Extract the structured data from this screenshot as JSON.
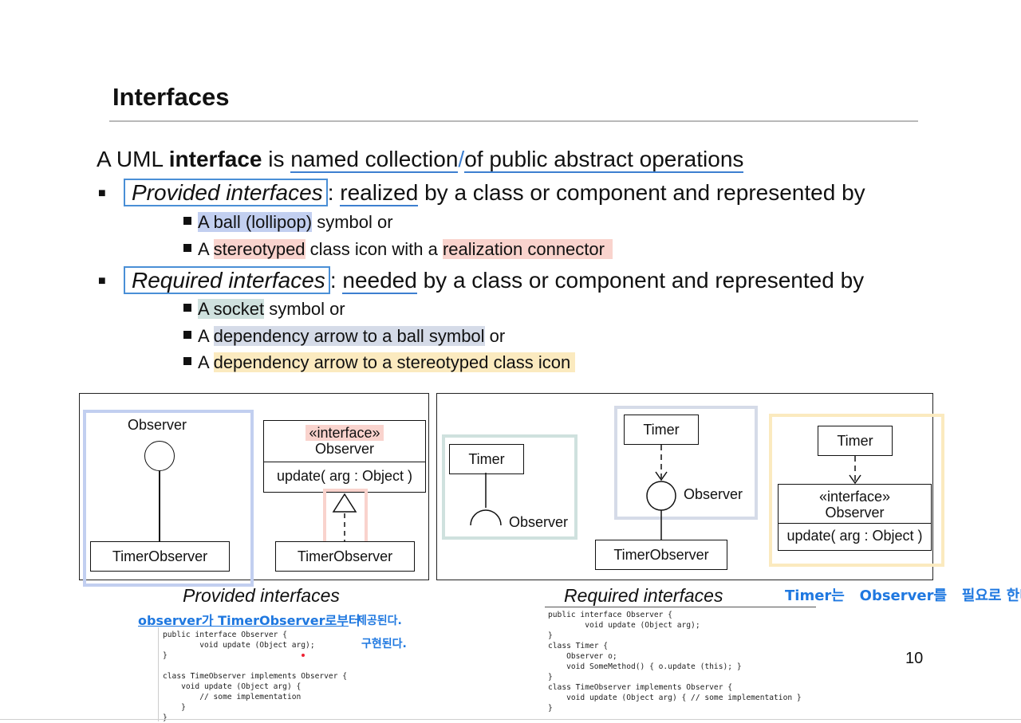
{
  "slide": {
    "title": "Interfaces",
    "page_number": "10",
    "intro": {
      "prefix": "A UML ",
      "bold": "interface",
      "middle": " is ",
      "underlined": "named collection",
      "slash": "/",
      "rest_underlined": "of public abstract operations"
    },
    "provided": {
      "term": "Provided interfaces",
      "colon": ":",
      "verb": "realized",
      "rest": " by a class or component and represented by",
      "items": [
        {
          "highlight": "A ball (lollipop)",
          "after": " symbol or"
        },
        {
          "before": "A ",
          "highlight": "stereotyped",
          "middle": " class icon with a ",
          "highlight2": "realization connector"
        }
      ]
    },
    "required": {
      "term": "Required interfaces",
      "colon": ":",
      "verb": "needed",
      "rest": " by a class or component and represented by",
      "items": [
        {
          "highlight": "A socket",
          "after": " symbol or"
        },
        {
          "before": "A ",
          "highlight": "dependency arrow to a ball symbol",
          "after": " or"
        },
        {
          "before": "A ",
          "highlight": "dependency arrow to a stereotyped class icon"
        }
      ]
    },
    "diagram_left": {
      "observer_label": "Observer",
      "timer_observer_1": "TimerObserver",
      "stereotype": "«interface»",
      "observer_class": "Observer",
      "operation": "update( arg : Object )",
      "timer_observer_2": "TimerObserver",
      "caption": "Provided interfaces"
    },
    "diagram_right": {
      "timer_1": "Timer",
      "observer_socket": "Observer",
      "timer_2": "Timer",
      "observer_ball": "Observer",
      "timer_observer": "TimerObserver",
      "timer_3": "Timer",
      "stereotype": "«interface»",
      "observer_class": "Observer",
      "operation": "update( arg : Object )",
      "caption": "Required interfaces"
    },
    "handwriting": {
      "note_left_1": "observer가 TimerObserver로부터",
      "note_left_2": "제공된다.",
      "note_left_3": "구현된다.",
      "note_right": "Timer는   Observer를   필요로 한다."
    },
    "code_left": "public interface Observer {\n        void update (Object arg);\n}\n\nclass TimeObserver implements Observer {\n    void update (Object arg) {\n        // some implementation\n    }\n}",
    "code_right": "public interface Observer {\n        void update (Object arg);\n}\nclass Timer {\n    Observer o;\n    void SomeMethod() { o.update (this); }\n}\nclass TimeObserver implements Observer {\n    void update (Object arg) { // some implementation }\n}"
  }
}
